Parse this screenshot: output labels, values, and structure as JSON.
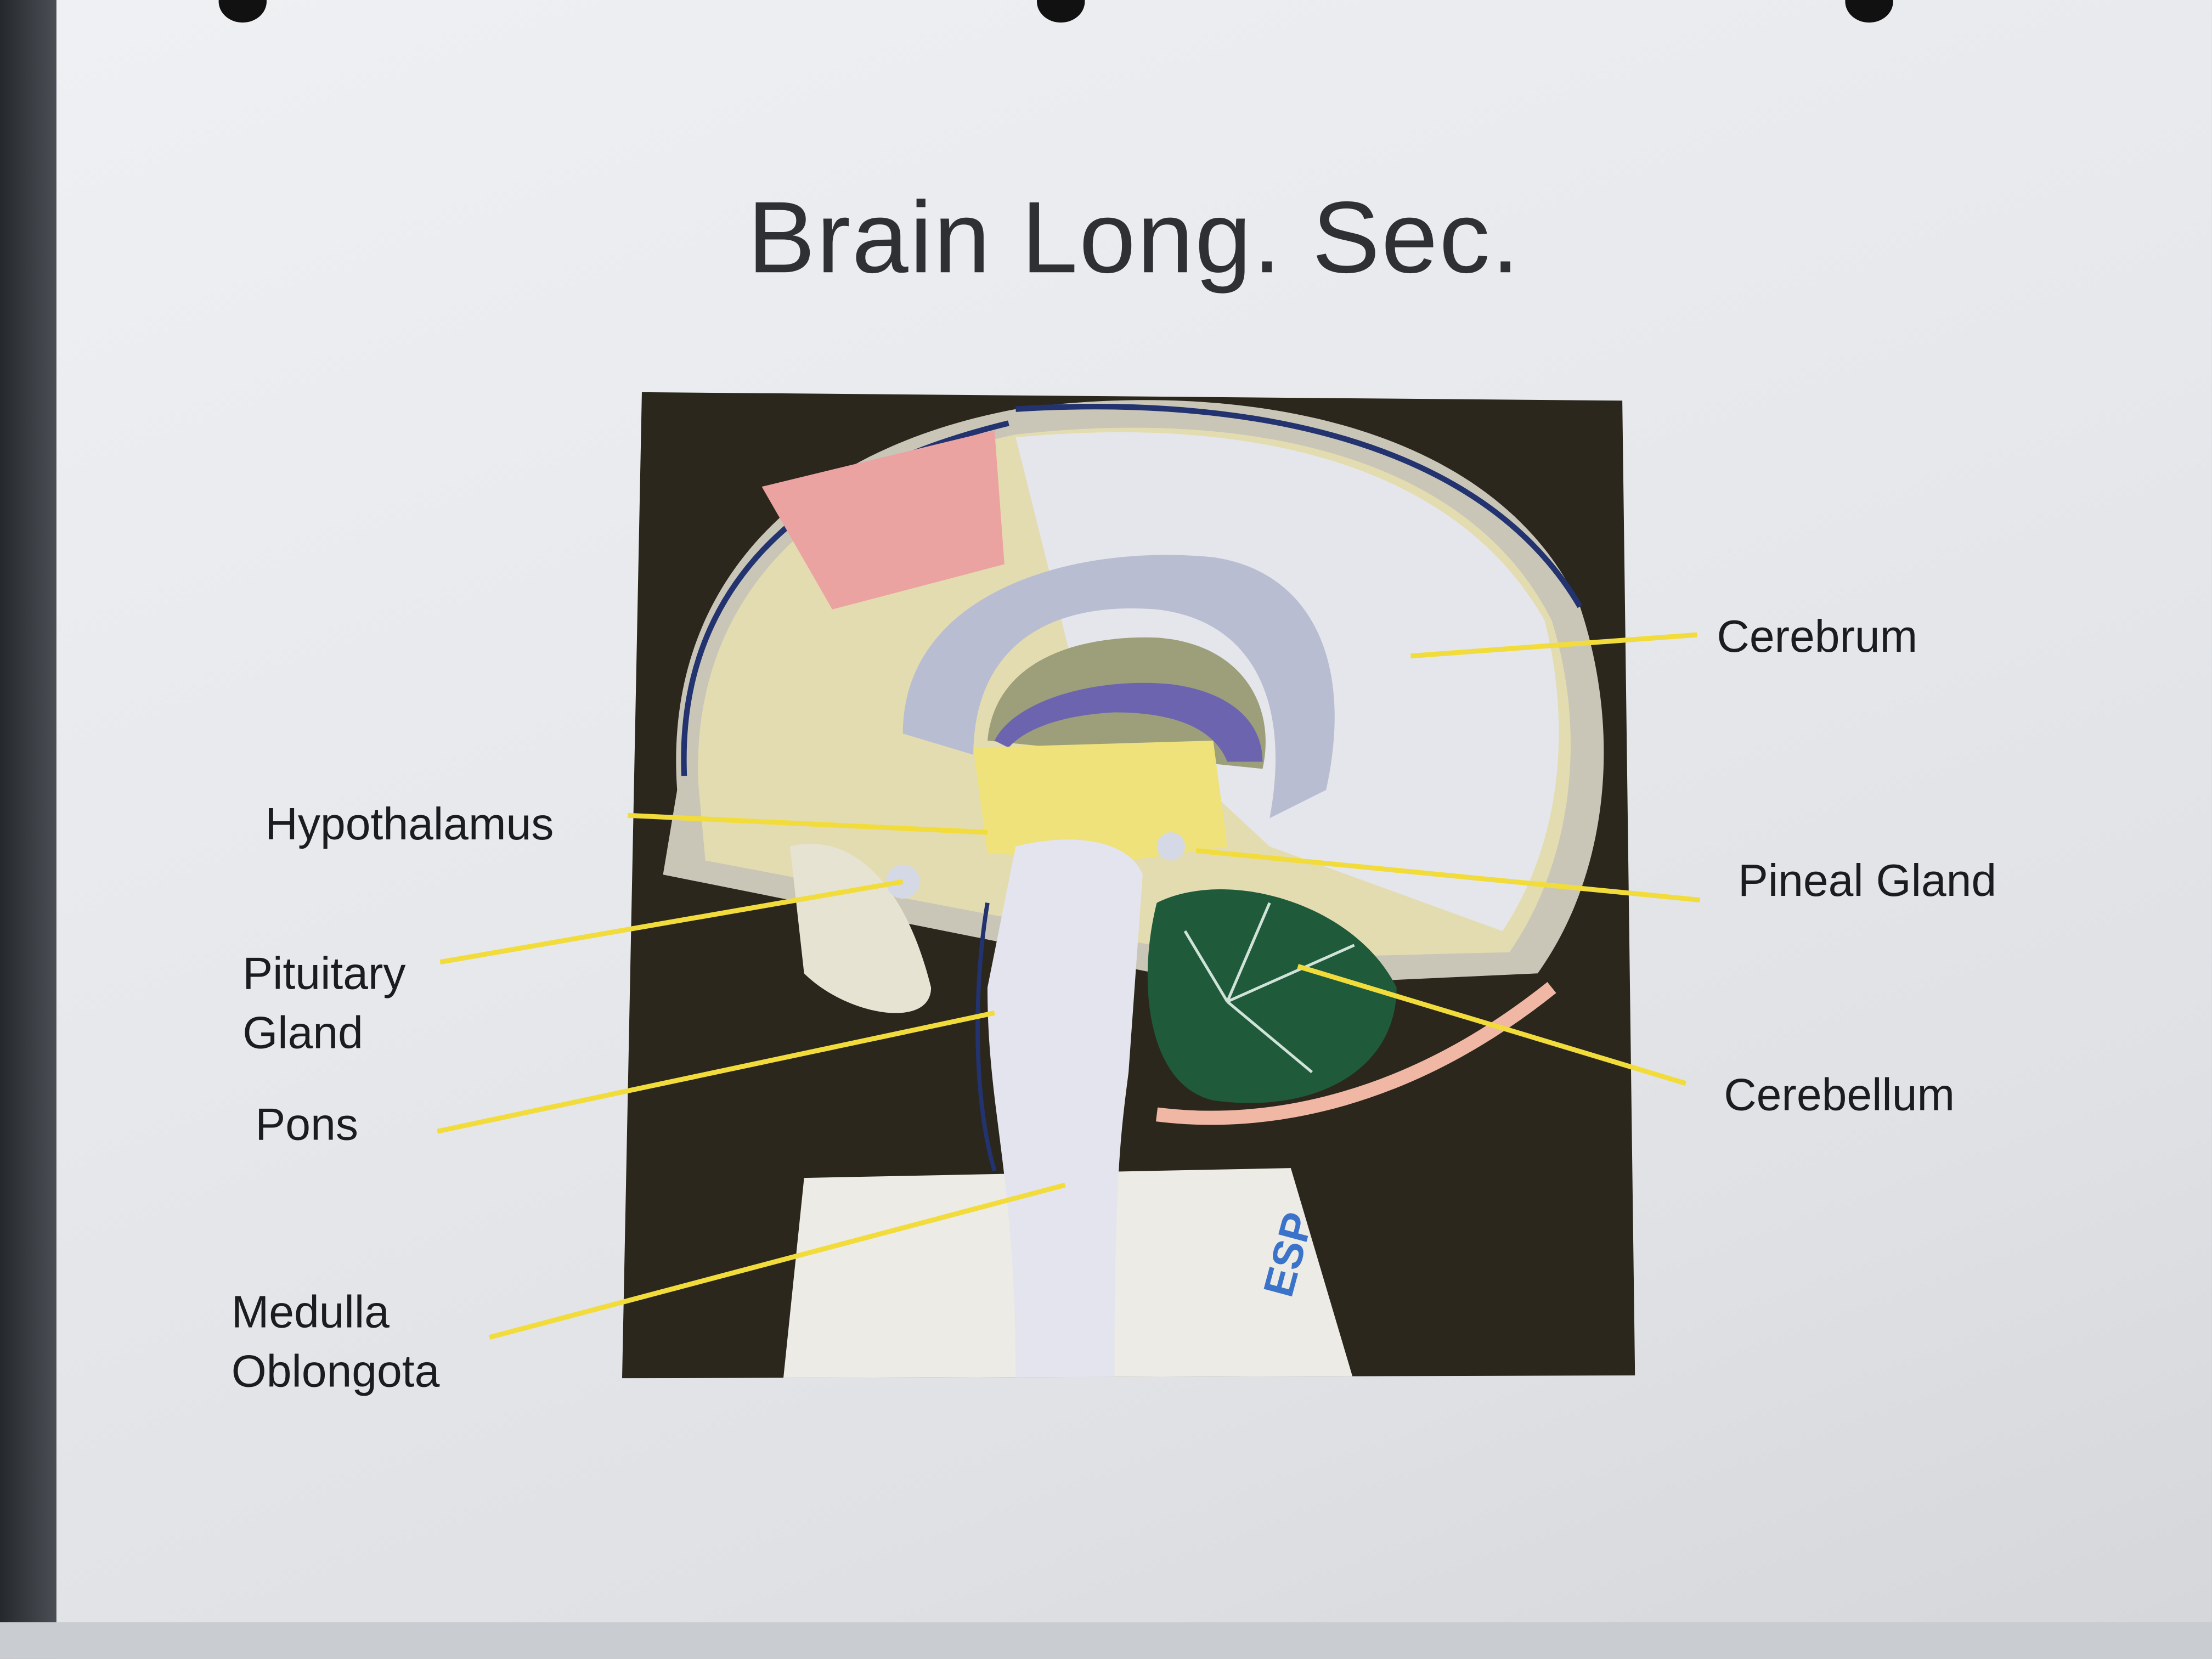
{
  "title": "Brain Long. Sec.",
  "labels": {
    "cerebrum": "Cerebrum",
    "hypothalamus": "Hypothalamus",
    "pineal_gland": "Pineal Gland",
    "pituitary_gland": [
      "Pituitary",
      "Gland"
    ],
    "pons": "Pons",
    "cerebellum": "Cerebellum",
    "medulla_oblongata": [
      "Medulla",
      "Oblongota"
    ]
  },
  "model_logo": "ESP",
  "colors": {
    "pointer_line": "#f2dc3c",
    "cerebellum": "#1f5a3a",
    "photo_background": "#2b271d"
  }
}
